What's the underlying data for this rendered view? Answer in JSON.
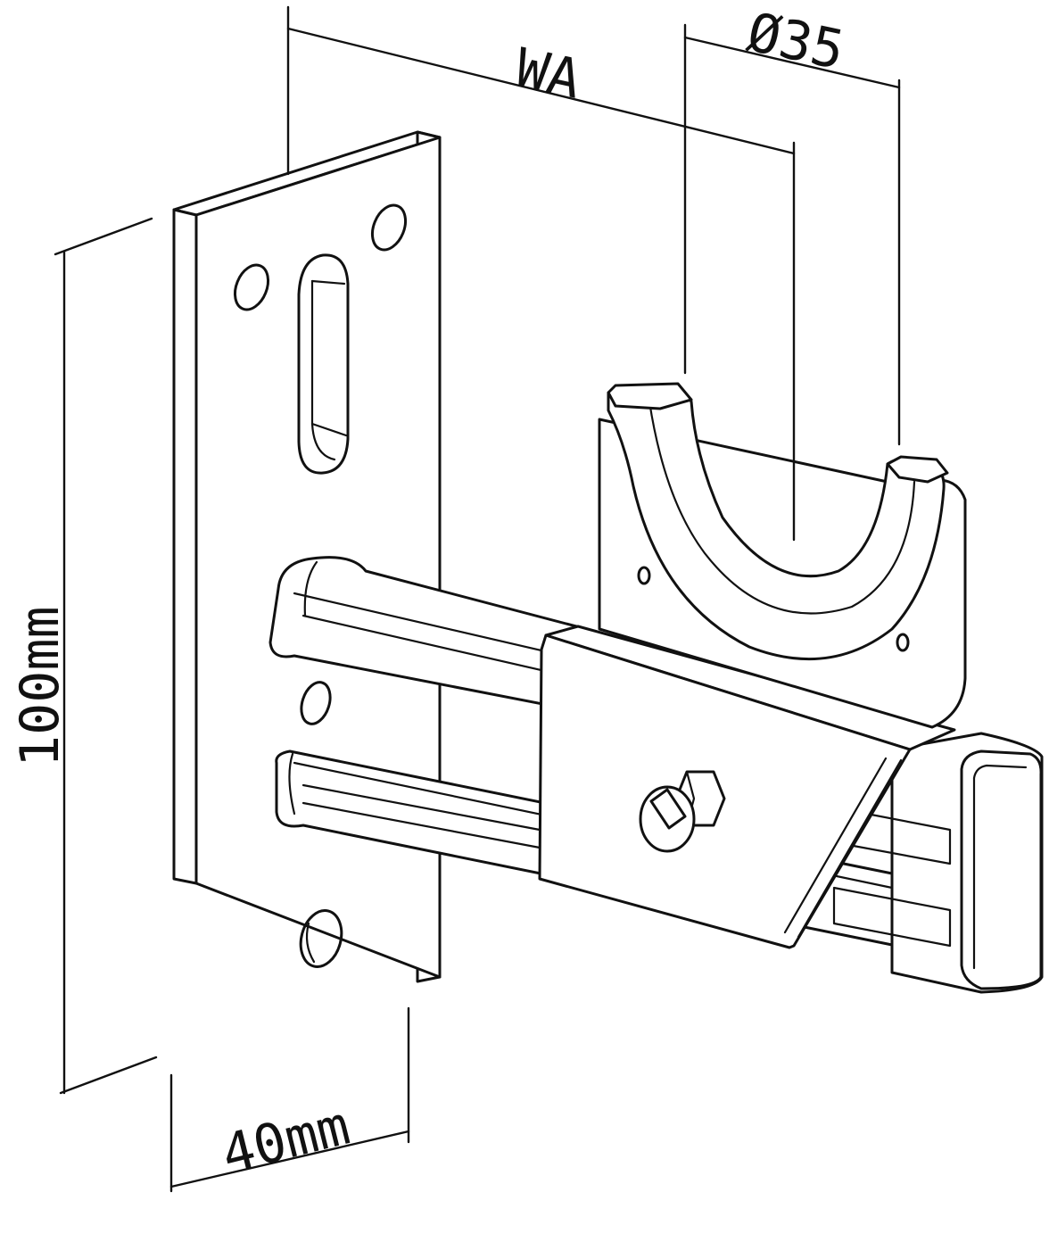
{
  "dimensions": {
    "height_label": "100mm",
    "width_label": "40mm",
    "wall_distance_label": "WA",
    "rod_diameter_label": "Ø35"
  }
}
